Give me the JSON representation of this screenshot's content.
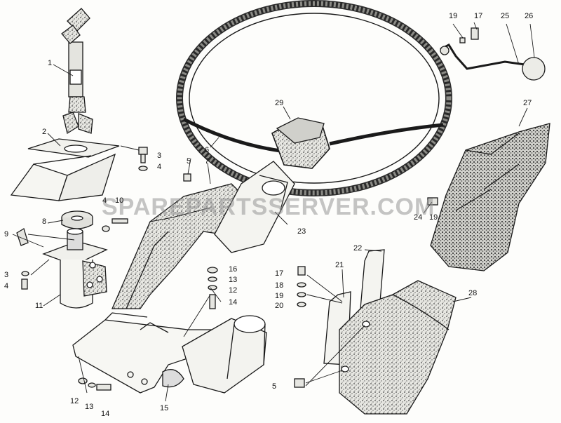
{
  "watermark": "SPAREPARTSSERVER.COM",
  "callouts": [
    {
      "id": "c1",
      "text": "1"
    },
    {
      "id": "c2",
      "text": "2"
    },
    {
      "id": "c3a",
      "text": "3"
    },
    {
      "id": "c4a",
      "text": "4"
    },
    {
      "id": "c5a",
      "text": "5"
    },
    {
      "id": "c6",
      "text": "6"
    },
    {
      "id": "c7",
      "text": "7"
    },
    {
      "id": "c8",
      "text": "8"
    },
    {
      "id": "c4b",
      "text": "4"
    },
    {
      "id": "c10",
      "text": "10"
    },
    {
      "id": "c9",
      "text": "9"
    },
    {
      "id": "c3b",
      "text": "3"
    },
    {
      "id": "c4c",
      "text": "4"
    },
    {
      "id": "c11",
      "text": "11"
    },
    {
      "id": "c16",
      "text": "16"
    },
    {
      "id": "c13a",
      "text": "13"
    },
    {
      "id": "c12a",
      "text": "12"
    },
    {
      "id": "c14a",
      "text": "14"
    },
    {
      "id": "c12b",
      "text": "12"
    },
    {
      "id": "c13b",
      "text": "13"
    },
    {
      "id": "c14b",
      "text": "14"
    },
    {
      "id": "c15",
      "text": "15"
    },
    {
      "id": "c29",
      "text": "29"
    },
    {
      "id": "c23",
      "text": "23"
    },
    {
      "id": "c19a",
      "text": "19"
    },
    {
      "id": "c17a",
      "text": "17"
    },
    {
      "id": "c25",
      "text": "25"
    },
    {
      "id": "c26",
      "text": "26"
    },
    {
      "id": "c27",
      "text": "27"
    },
    {
      "id": "c24",
      "text": "24"
    },
    {
      "id": "c19b",
      "text": "19"
    },
    {
      "id": "c22",
      "text": "22"
    },
    {
      "id": "c21",
      "text": "21"
    },
    {
      "id": "c17b",
      "text": "17"
    },
    {
      "id": "c18",
      "text": "18"
    },
    {
      "id": "c19c",
      "text": "19"
    },
    {
      "id": "c20",
      "text": "20"
    },
    {
      "id": "c28",
      "text": "28"
    },
    {
      "id": "c5b",
      "text": "5"
    }
  ]
}
